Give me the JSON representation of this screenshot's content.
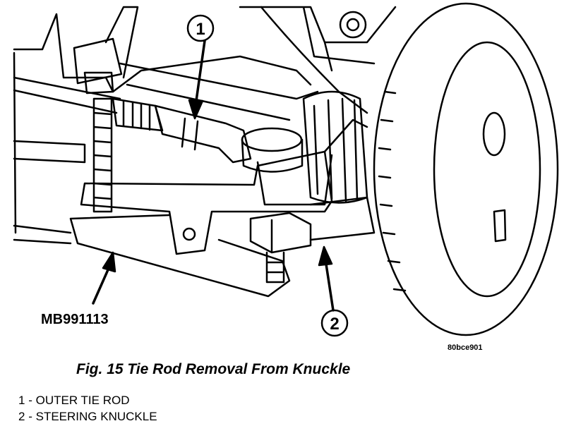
{
  "figure": {
    "callouts": [
      {
        "number": "1"
      },
      {
        "number": "2"
      }
    ],
    "tool_label": "MB991113",
    "image_code": "80bce901",
    "caption": "Fig. 15 Tie Rod Removal From Knuckle"
  },
  "legend": [
    {
      "number": "1",
      "separator": "-",
      "text": "OUTER TIE ROD"
    },
    {
      "number": "2",
      "separator": "-",
      "text": "STEERING KNUCKLE"
    }
  ]
}
